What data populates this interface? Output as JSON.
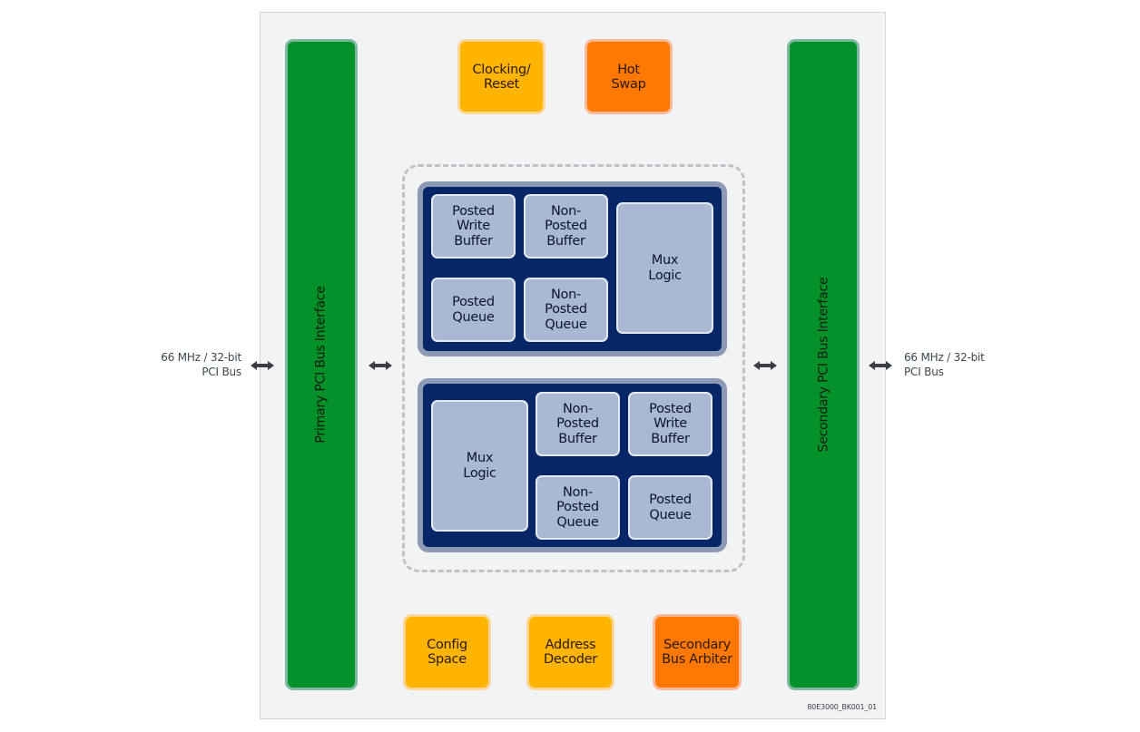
{
  "diagram": {
    "external_left_label": [
      "66 MHz / 32-bit",
      "PCI Bus"
    ],
    "external_right_label": [
      "66 MHz / 32-bit",
      "PCI Bus"
    ],
    "primary_interface": "Primary PCI Bus Interface",
    "secondary_interface": "Secondary PCI Bus Interface",
    "top_blocks": [
      {
        "label_lines": [
          "Clocking/",
          "Reset"
        ],
        "color": "#ffb400"
      },
      {
        "label_lines": [
          "Hot",
          "Swap"
        ],
        "color": "#ff7800"
      }
    ],
    "bottom_blocks": [
      {
        "label_lines": [
          "Config",
          "Space"
        ],
        "color": "#ffb400"
      },
      {
        "label_lines": [
          "Address",
          "Decoder"
        ],
        "color": "#ffb400"
      },
      {
        "label_lines": [
          "Secondary",
          "Bus Arbiter"
        ],
        "color": "#ff7800"
      }
    ],
    "upper_path": {
      "cells": [
        {
          "label_lines": [
            "Posted",
            "Write",
            "Buffer"
          ]
        },
        {
          "label_lines": [
            "Non-",
            "Posted",
            "Buffer"
          ]
        },
        {
          "label_lines": [
            "Posted",
            "Queue"
          ]
        },
        {
          "label_lines": [
            "Non-",
            "Posted",
            "Queue"
          ]
        },
        {
          "label_lines": [
            "Mux",
            "Logic"
          ]
        }
      ]
    },
    "lower_path": {
      "cells": [
        {
          "label_lines": [
            "Mux",
            "Logic"
          ]
        },
        {
          "label_lines": [
            "Non-",
            "Posted",
            "Buffer"
          ]
        },
        {
          "label_lines": [
            "Posted",
            "Write",
            "Buffer"
          ]
        },
        {
          "label_lines": [
            "Non-",
            "Posted",
            "Queue"
          ]
        },
        {
          "label_lines": [
            "Posted",
            "Queue"
          ]
        }
      ]
    },
    "figure_id": "80E3000_BK001_01",
    "colors": {
      "interface_green": "#05912a",
      "clock_amber": "#ffb400",
      "hot_orange": "#ff7800",
      "path_navy": "#062668",
      "cell_blue": "#a9b8d3",
      "panel_bg": "#f2f3f5"
    }
  }
}
